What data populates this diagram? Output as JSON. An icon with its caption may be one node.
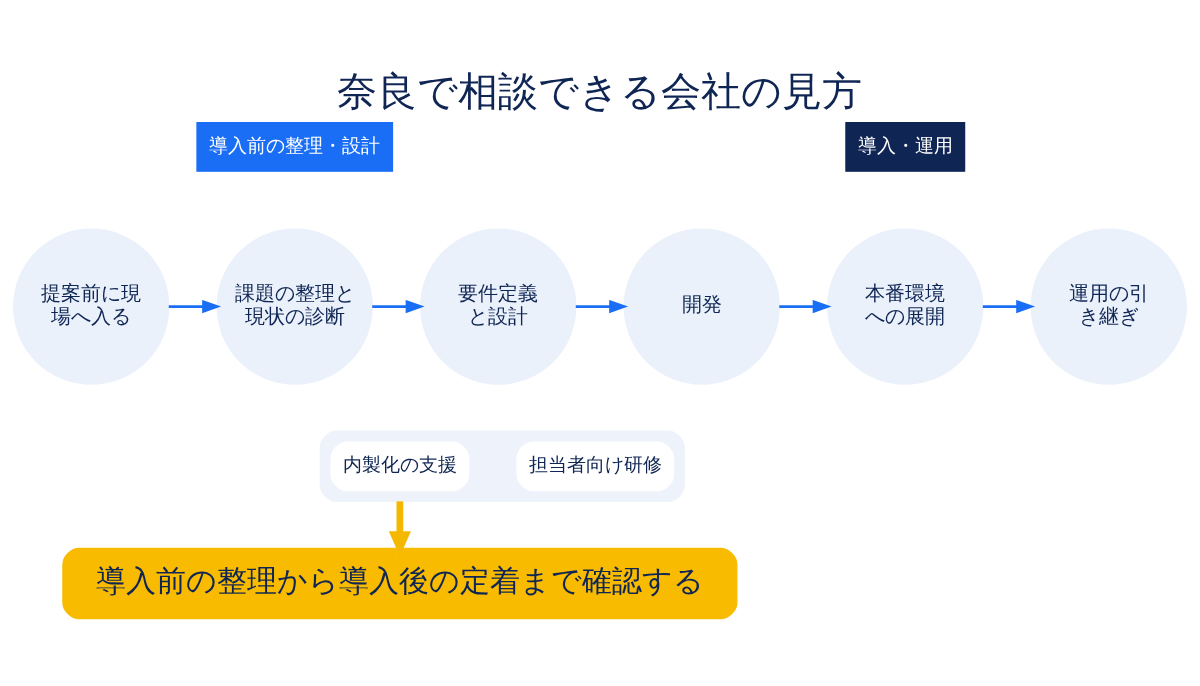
{
  "diagram": {
    "title": "奈良で相談できる会社の見方",
    "nodes": [
      {
        "text": [
          "導入前の整理・設計"
        ]
      },
      {
        "text": [
          "導入・運用"
        ]
      },
      {
        "text": [
          "提案前に現場へ入る"
        ]
      },
      {
        "text": [
          "課題の整理と現状の診断"
        ]
      },
      {
        "text": [
          "要件定義と設計"
        ]
      },
      {
        "text": [
          "開発"
        ]
      },
      {
        "text": [
          "本番環境への展開"
        ]
      },
      {
        "text": [
          "運用の引き継ぎ"
        ]
      },
      {
        "text": [],
        "shape": "box"
      },
      {
        "text": [
          "内製化の支援"
        ],
        "in": 8
      },
      {
        "text": [
          "担当者向け研修"
        ],
        "in": 8
      },
      {
        "text": [
          "導入前の整理から導入後の定着まで確認する"
        ]
      }
    ],
    "edges": [
      {
        "from": 2,
        "to": 3,
        "arrow": "to"
      },
      {
        "from": 3,
        "to": 4,
        "arrow": "to"
      },
      {
        "from": 4,
        "to": 5,
        "arrow": "to"
      },
      {
        "from": 5,
        "to": 6,
        "arrow": "to"
      },
      {
        "from": 6,
        "to": 7,
        "arrow": "to"
      },
      {
        "from": 8,
        "to": 11,
        "arrow": "to",
        "style": "thick",
        "color": "#f5b800"
      }
    ]
  }
}
